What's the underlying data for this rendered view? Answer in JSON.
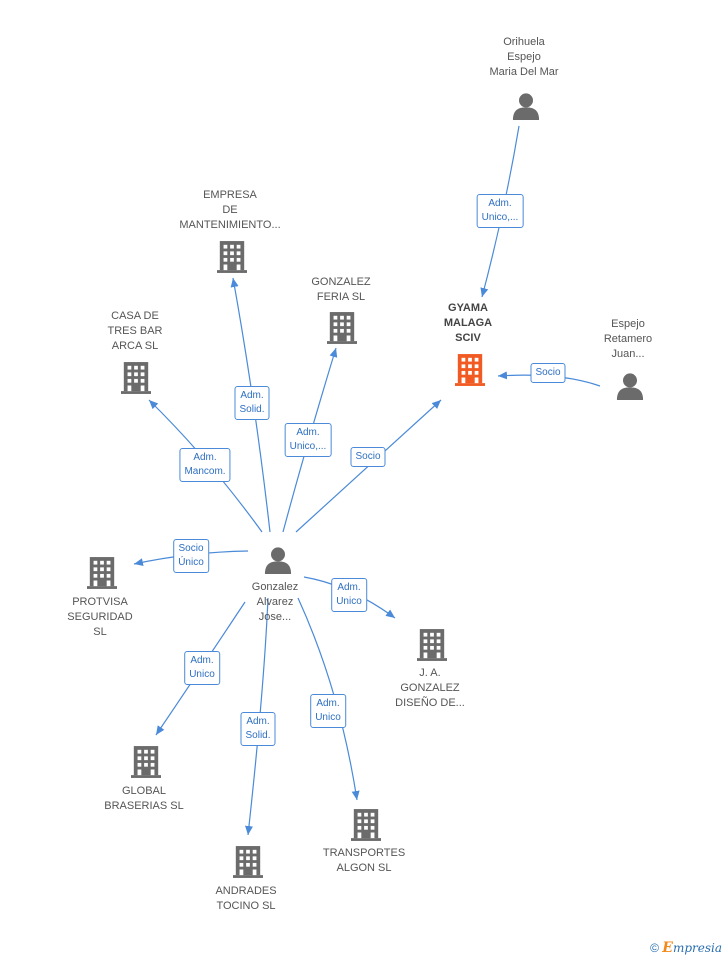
{
  "colors": {
    "edge": "#4a8ad8",
    "icon": "#6b6b6b",
    "focus": "#f15a22"
  },
  "nodes": [
    {
      "id": "orihuela",
      "type": "person",
      "label": [
        "Orihuela",
        "Espejo",
        "Maria Del Mar"
      ]
    },
    {
      "id": "empresa",
      "type": "company",
      "label": [
        "EMPRESA",
        "DE",
        "MANTENIMIENTO..."
      ]
    },
    {
      "id": "gonzalez_feria",
      "type": "company",
      "label": [
        "GONZALEZ",
        "FERIA  SL"
      ]
    },
    {
      "id": "gyama",
      "type": "company",
      "focus": true,
      "label": [
        "GYAMA",
        "MALAGA",
        "SCIV"
      ]
    },
    {
      "id": "casa",
      "type": "company",
      "label": [
        "CASA DE",
        "TRES BAR",
        "ARCA  SL"
      ]
    },
    {
      "id": "espejo_retamero",
      "type": "person",
      "label": [
        "Espejo",
        "Retamero",
        "Juan..."
      ]
    },
    {
      "id": "gonzalez_alvarez",
      "type": "person",
      "label": [
        "Gonzalez",
        "Alvarez",
        "Jose..."
      ]
    },
    {
      "id": "protvisa",
      "type": "company",
      "label": [
        "PROTVISA",
        "SEGURIDAD",
        "SL"
      ]
    },
    {
      "id": "ja_gonzalez",
      "type": "company",
      "label": [
        "J.  A.",
        "GONZALEZ",
        "DISEÑO DE..."
      ]
    },
    {
      "id": "global",
      "type": "company",
      "label": [
        "GLOBAL",
        "BRASERIAS  SL"
      ]
    },
    {
      "id": "andrades",
      "type": "company",
      "label": [
        "ANDRADES",
        "TOCINO  SL"
      ]
    },
    {
      "id": "transportes",
      "type": "company",
      "label": [
        "TRANSPORTES",
        "ALGON SL"
      ]
    }
  ],
  "edges": [
    {
      "from": "orihuela",
      "to": "gyama",
      "label": [
        "Adm.",
        "Unico,..."
      ]
    },
    {
      "from": "espejo_retamero",
      "to": "gyama",
      "label": [
        "Socio"
      ]
    },
    {
      "from": "gonzalez_alvarez",
      "to": "empresa",
      "label": [
        "Adm.",
        "Solid."
      ]
    },
    {
      "from": "gonzalez_alvarez",
      "to": "gonzalez_feria",
      "label": [
        "Adm.",
        "Unico,..."
      ]
    },
    {
      "from": "gonzalez_alvarez",
      "to": "gyama",
      "label": [
        "Socio"
      ]
    },
    {
      "from": "gonzalez_alvarez",
      "to": "casa",
      "label": [
        "Adm.",
        "Mancom."
      ]
    },
    {
      "from": "gonzalez_alvarez",
      "to": "protvisa",
      "label": [
        "Socio",
        "Único"
      ]
    },
    {
      "from": "gonzalez_alvarez",
      "to": "ja_gonzalez",
      "label": [
        "Adm.",
        "Unico"
      ]
    },
    {
      "from": "gonzalez_alvarez",
      "to": "global",
      "label": [
        "Adm.",
        "Unico"
      ]
    },
    {
      "from": "gonzalez_alvarez",
      "to": "andrades",
      "label": [
        "Adm.",
        "Solid."
      ]
    },
    {
      "from": "gonzalez_alvarez",
      "to": "transportes",
      "label": [
        "Adm.",
        "Unico"
      ]
    }
  ],
  "footer": {
    "copyright": "©",
    "brand_initial": "E",
    "brand_rest": "mpresia"
  }
}
